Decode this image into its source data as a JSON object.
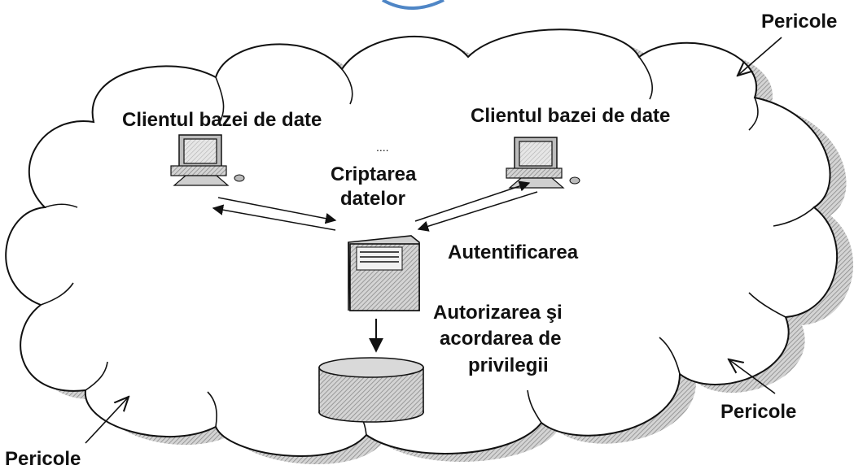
{
  "diagram": {
    "clients": [
      {
        "label": "Clientul bazei de date"
      },
      {
        "label": "Clientul bazei de date"
      }
    ],
    "ellipsis": "....",
    "encryption": {
      "line1": "Criptarea",
      "line2": "datelor"
    },
    "authentication": "Autentificarea",
    "authorization": {
      "line1": "Autorizarea şi",
      "line2": "acordarea de",
      "line3": "privilegii"
    },
    "threats": [
      "Pericole",
      "Pericole",
      "Pericole"
    ]
  }
}
